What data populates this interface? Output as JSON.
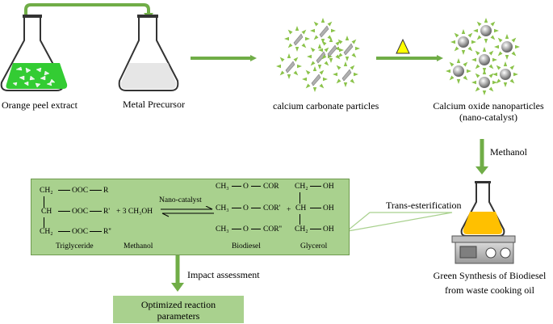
{
  "labels": {
    "orange_peel": "Orange peel extract",
    "metal_precursor": "Metal Precursor",
    "caco3": "calcium  carbonate particles",
    "cao_line1": "Calcium  oxide nanoparticles",
    "cao_line2": "(nano-catalyst)",
    "methanol_arrow": "Methanol",
    "trans_esterification": "Trans-esterification",
    "green_line1": "Green Synthesis of Biodiesel",
    "green_line2": "from waste cooking oil",
    "impact": "Impact assessment",
    "optimized_line1": "Optimized reaction",
    "optimized_line2": "parameters"
  },
  "reaction": {
    "tg_r1_ch": "CH₂",
    "tg_r1_grp": "OOC",
    "tg_r1_r": "R",
    "tg_r2_ch": "CH",
    "tg_r2_grp": "OOC",
    "tg_r2_r": "R'",
    "tg_r3_ch": "CH₂",
    "tg_r3_grp": "OOC",
    "tg_r3_r": "R''",
    "plus_methanol": "+ 3 CH₃OH",
    "catalyst": "Nano-catalyst",
    "bd_r1_ch": "CH₃",
    "bd_r1_o": "O",
    "bd_r1_cor": "COR",
    "bd_r2_ch": "CH₃",
    "bd_r2_o": "O",
    "bd_r2_cor": "COR'",
    "bd_r3_ch": "CH₃",
    "bd_r3_o": "O",
    "bd_r3_cor": "COR''",
    "plus2": "+",
    "gl_r1_ch": "CH₂",
    "gl_r1_oh": "OH",
    "gl_r2_ch": "CH",
    "gl_r2_oh": "OH",
    "gl_r3_ch": "CH₂",
    "gl_r3_oh": "OH",
    "name_triglyceride": "Triglyceride",
    "name_methanol": "Methanol",
    "name_biodiesel": "Biodiesel",
    "name_glycerol": "Glycerol"
  },
  "colors": {
    "arrow_green": "#70ad47",
    "box_green": "#a9d18e",
    "liquid_green": "#33cc33",
    "liquid_yellow": "#ffc000",
    "triangle_yellow": "#ffff00",
    "star_green": "#8bc34a",
    "particle_gray": "#a0a0a0"
  }
}
